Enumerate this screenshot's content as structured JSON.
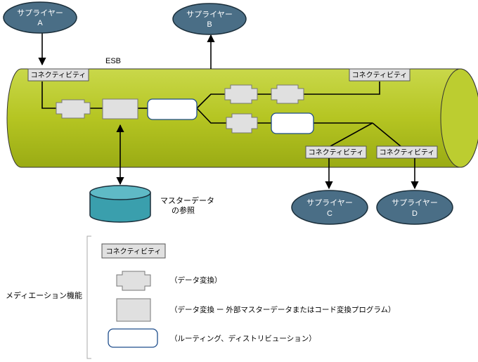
{
  "bus_label": "ESB",
  "suppliers": [
    {
      "line1": "サプライヤー",
      "line2": "A"
    },
    {
      "line1": "サプライヤー",
      "line2": "B"
    },
    {
      "line1": "サプライヤー",
      "line2": "C"
    },
    {
      "line1": "サプライヤー",
      "line2": "D"
    }
  ],
  "connectors": [
    "コネクティビティ",
    "コネクティビティ",
    "コネクティビティ",
    "コネクティビティ"
  ],
  "master_db": {
    "line1": "マスターデータ",
    "line2": "の参照"
  },
  "legend": {
    "title": "メディエーション機能",
    "connector_label": "コネクティビティ",
    "transform_desc": "（データ変換）",
    "transform_ext_desc": "（データ変換 ー 外部マスターデータまたはコード変換プログラム）",
    "routing_desc": "（ルーティング、ディストリビューション）"
  },
  "colors": {
    "bus_fill": "#b5c522",
    "supplier_fill": "#4a6e86",
    "db_fill": "#3a9fad",
    "connector_fill": "#e0e0e0",
    "routing_stroke": "#1f4e8c"
  }
}
